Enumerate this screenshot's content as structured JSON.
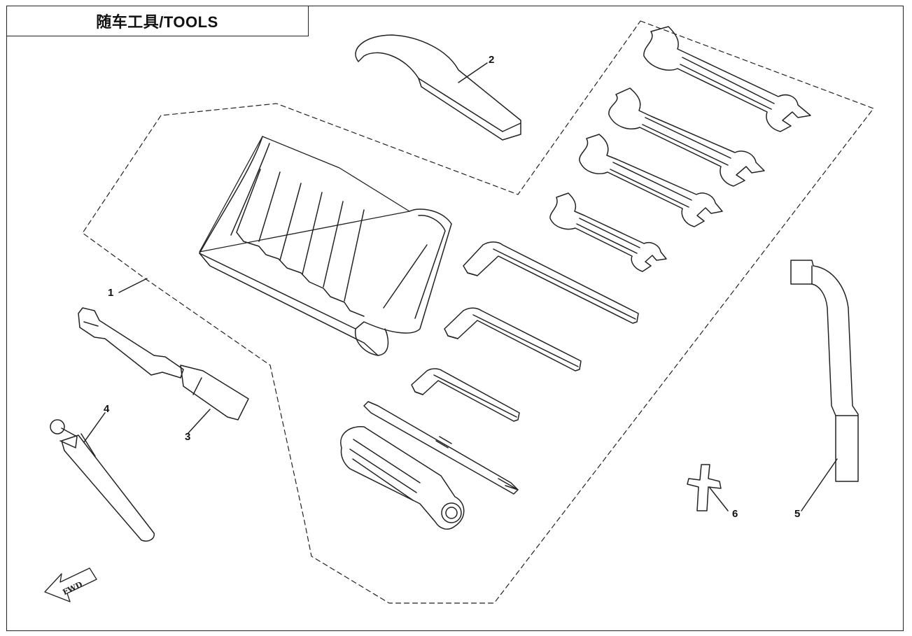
{
  "title": "随车工具/TOOLS",
  "callouts": {
    "c1": "1",
    "c2": "2",
    "c3": "3",
    "c4": "4",
    "c5": "5",
    "c6": "6"
  },
  "direction_arrow": {
    "label": "FWD"
  },
  "colors": {
    "line": "#222222",
    "background": "#ffffff"
  }
}
